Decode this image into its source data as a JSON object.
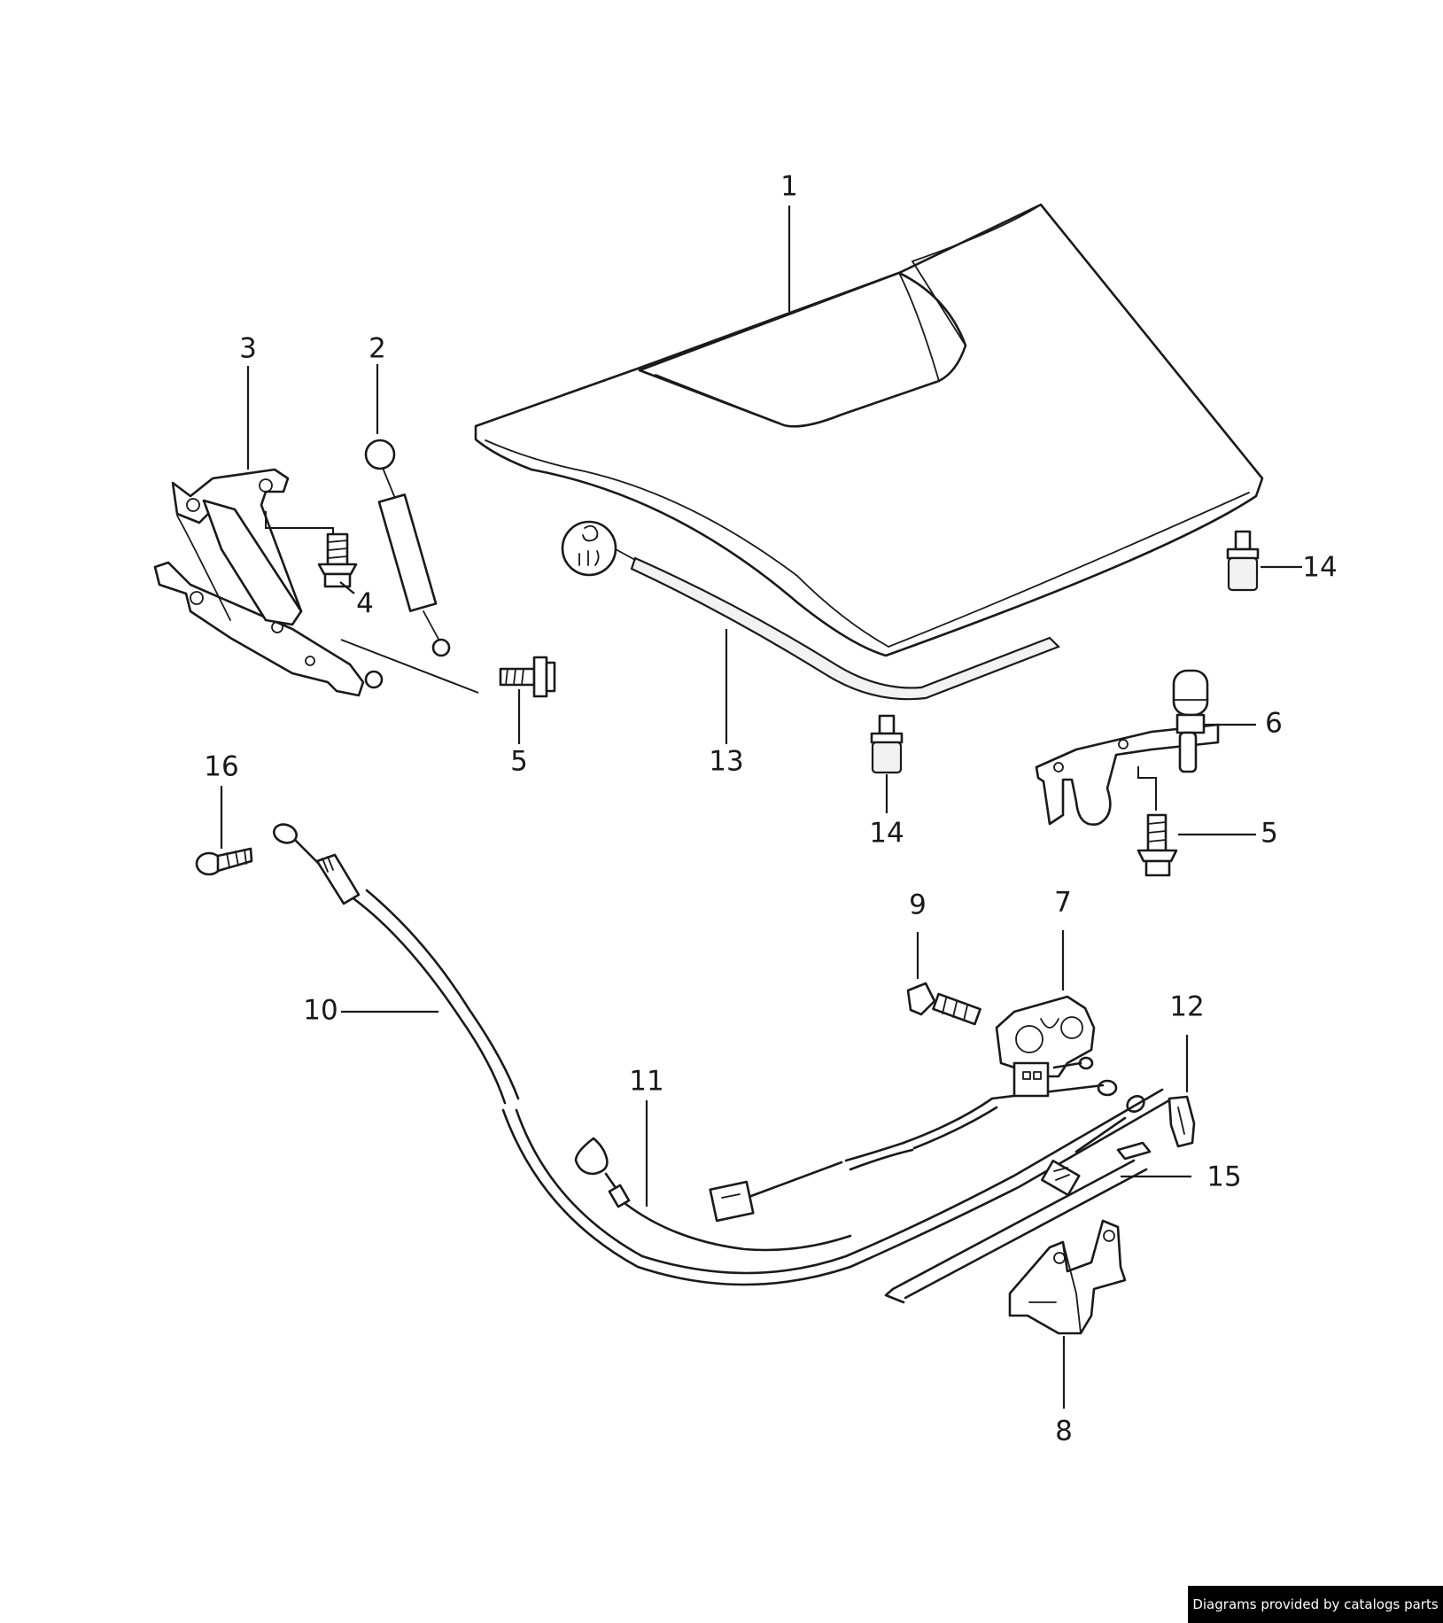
{
  "diagram": {
    "callouts": [
      "1",
      "2",
      "3",
      "4",
      "5",
      "5",
      "6",
      "7",
      "8",
      "9",
      "10",
      "11",
      "12",
      "13",
      "14",
      "14",
      "15",
      "16"
    ],
    "footer": "Diagrams provided by catalogs parts"
  }
}
